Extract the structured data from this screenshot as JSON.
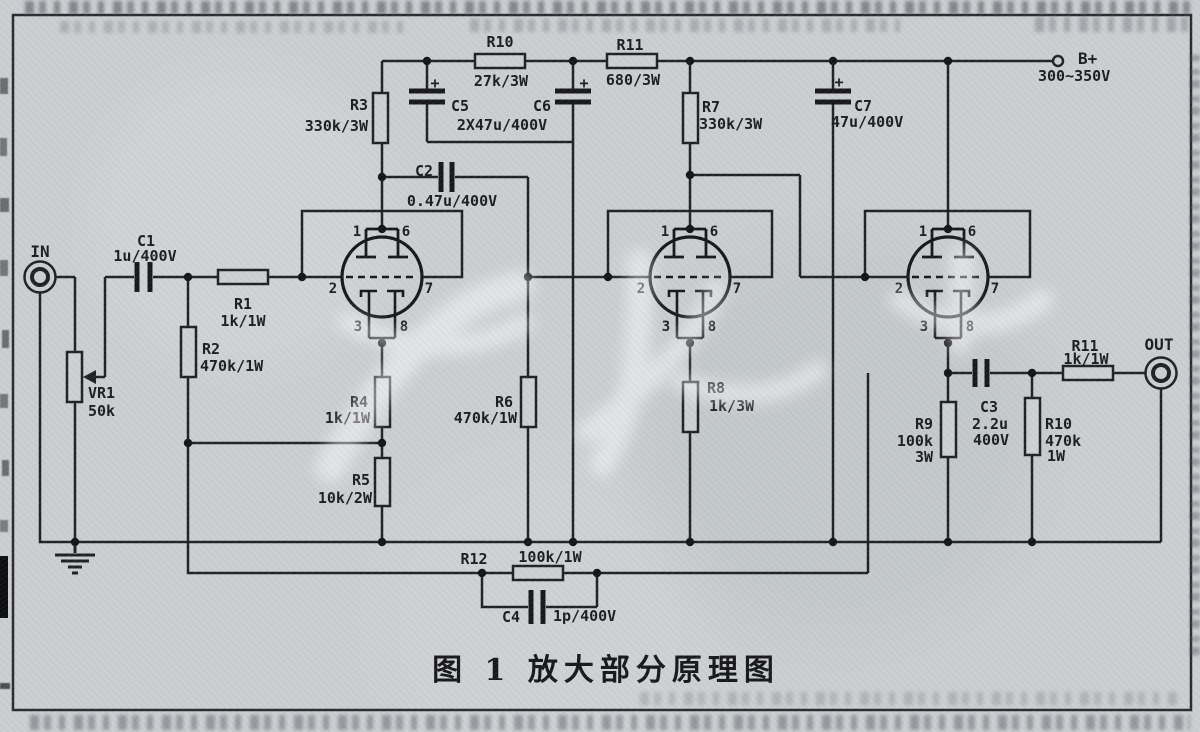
{
  "figure": {
    "caption": "图 1  放大部分原理图"
  },
  "terminals": {
    "input": "IN",
    "output": "OUT",
    "supply": "B+",
    "supply_voltage": "300~350V"
  },
  "polarity_mark": "+",
  "tubes": {
    "pin_labels": {
      "p1": "1",
      "p2": "2",
      "p3": "3",
      "p6": "6",
      "p7": "7",
      "p8": "8"
    }
  },
  "components": {
    "r1": {
      "ref": "R1",
      "value": "1k/1W"
    },
    "r2": {
      "ref": "R2",
      "value": "470k/1W"
    },
    "r3": {
      "ref": "R3",
      "value": "330k/3W"
    },
    "r4": {
      "ref": "R4",
      "value": "1k/1W"
    },
    "r5": {
      "ref": "R5",
      "value": "10k/2W"
    },
    "r6": {
      "ref": "R6",
      "value": "470k/1W"
    },
    "r7": {
      "ref": "R7",
      "value": "330k/3W"
    },
    "r8": {
      "ref": "R8",
      "value": "1k/3W"
    },
    "r9": {
      "ref": "R9",
      "value_l1": "100k",
      "value_l2": "3W"
    },
    "r10_top": {
      "ref": "R10",
      "value": "27k/3W"
    },
    "r11_top": {
      "ref": "R11",
      "value": "680/3W"
    },
    "r10_out": {
      "ref": "R10",
      "value_l1": "470k",
      "value_l2": "1W"
    },
    "r11_out": {
      "ref": "R11",
      "value": "1k/1W"
    },
    "r12": {
      "ref": "R12",
      "value": "100k/1W"
    },
    "vr1": {
      "ref": "VR1",
      "value": "50k"
    },
    "c1": {
      "ref": "C1",
      "value": "1u/400V"
    },
    "c2": {
      "ref": "C2",
      "value": "0.47u/400V"
    },
    "c3": {
      "ref": "C3",
      "value_l1": "2.2u",
      "value_l2": "400V"
    },
    "c4": {
      "ref": "C4",
      "value": "1p/400V"
    },
    "c5": {
      "ref": "C5",
      "value_shared": "2X47u/400V"
    },
    "c6": {
      "ref": "C6"
    },
    "c7": {
      "ref": "C7",
      "value": "47u/400V"
    }
  }
}
